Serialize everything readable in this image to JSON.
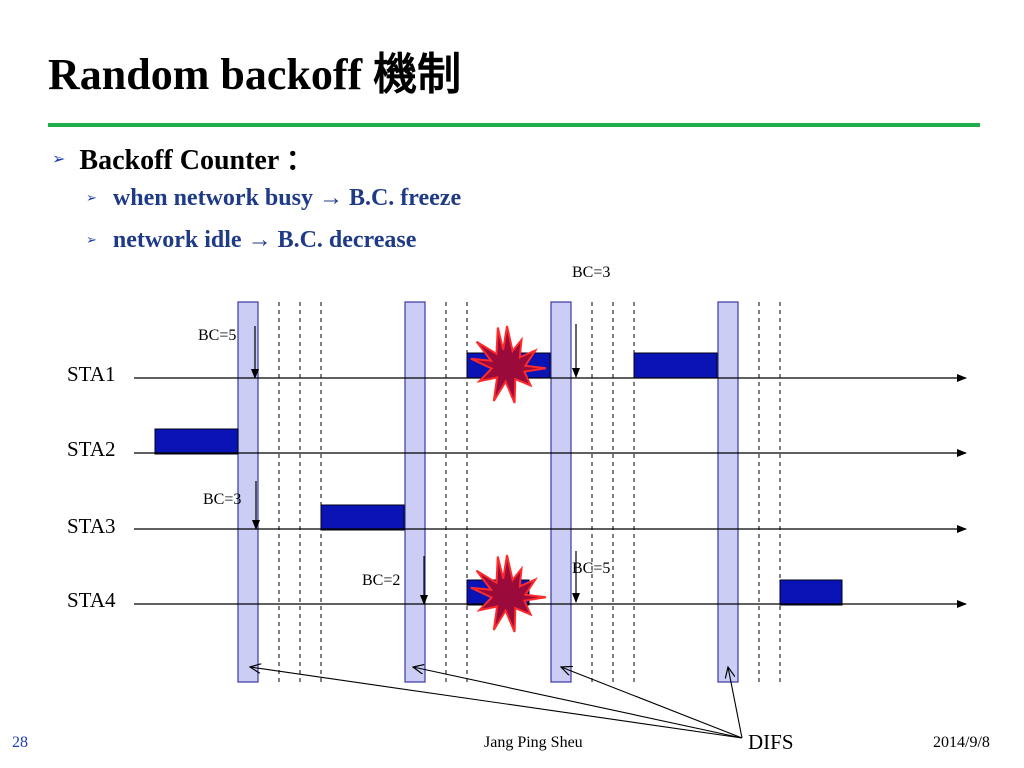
{
  "slide": {
    "title": "Random backoff 機制",
    "bullets": [
      {
        "text": "Backoff Counter ：",
        "sub": [
          "when network busy → B.C. freeze",
          "network idle → B.C. decrease"
        ]
      }
    ]
  },
  "diagram": {
    "stations": [
      "STA1",
      "STA2",
      "STA3",
      "STA4"
    ],
    "backoff_labels": [
      {
        "text": "BC=3",
        "station": "STA1"
      },
      {
        "text": "BC=5",
        "station": "STA1"
      },
      {
        "text": "BC=3",
        "station": "STA3"
      },
      {
        "text": "BC=2",
        "station": "STA4"
      },
      {
        "text": "BC=5",
        "station": "STA4"
      }
    ],
    "difs_label": "DIFS",
    "collisions": 2,
    "colors": {
      "frame": "#0a14b4",
      "difs_fill": "#cbcdf4",
      "difs_stroke": "#3a3aa0",
      "collision_fill": "#9a0a3a",
      "collision_stroke": "#ff2a2a"
    }
  },
  "footer": {
    "page": "28",
    "author": "Jang Ping Sheu",
    "date": "2014/9/8"
  },
  "colors": {
    "title_rule": "#1fae4b",
    "bullet_arrow": "#1e3fb4",
    "sub_text": "#1f3b87"
  }
}
